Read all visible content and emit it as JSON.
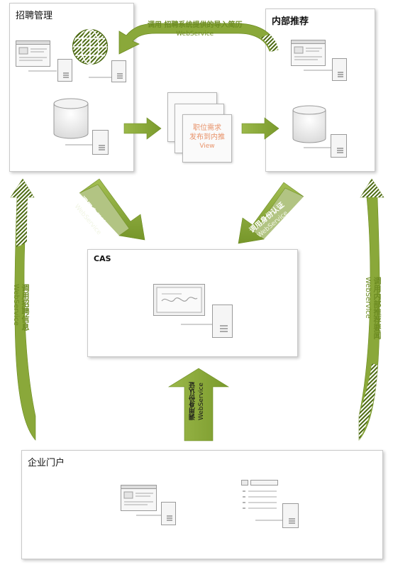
{
  "boxes": {
    "recruitment": "招聘管理",
    "internal_referral": "内部推荐",
    "cas": "CAS",
    "portal": "企业门户"
  },
  "center_doc": {
    "line1": "职位需求",
    "line2": "发布到内推",
    "line3": "View"
  },
  "arrows": {
    "top_curve": {
      "line1": "调用 招聘系统提供的导入简历",
      "line2": "WebService"
    },
    "left_down": {
      "line1": "调用身份认证",
      "line2": "WebService"
    },
    "right_down": {
      "line1": "调用身份认证",
      "line2": "WebService"
    },
    "bottom_up": {
      "line1": "调用身份认证",
      "line2": "WebService"
    },
    "left_side": {
      "line1": "调用招聘信息",
      "line2": "WebService"
    },
    "right_side": {
      "line1": "调用内部推荐要闻",
      "line2": "WebService"
    }
  },
  "colors": {
    "arrow_green": "#8aa83a",
    "arrow_dark": "#5d7a1e",
    "text_green": "#6d8c22",
    "doc_text": "#e8936a"
  },
  "icons": [
    "browser-window-icon",
    "server-icon",
    "globe-icon",
    "database-icon",
    "document-stack-icon",
    "certificate-icon",
    "list-icon"
  ]
}
